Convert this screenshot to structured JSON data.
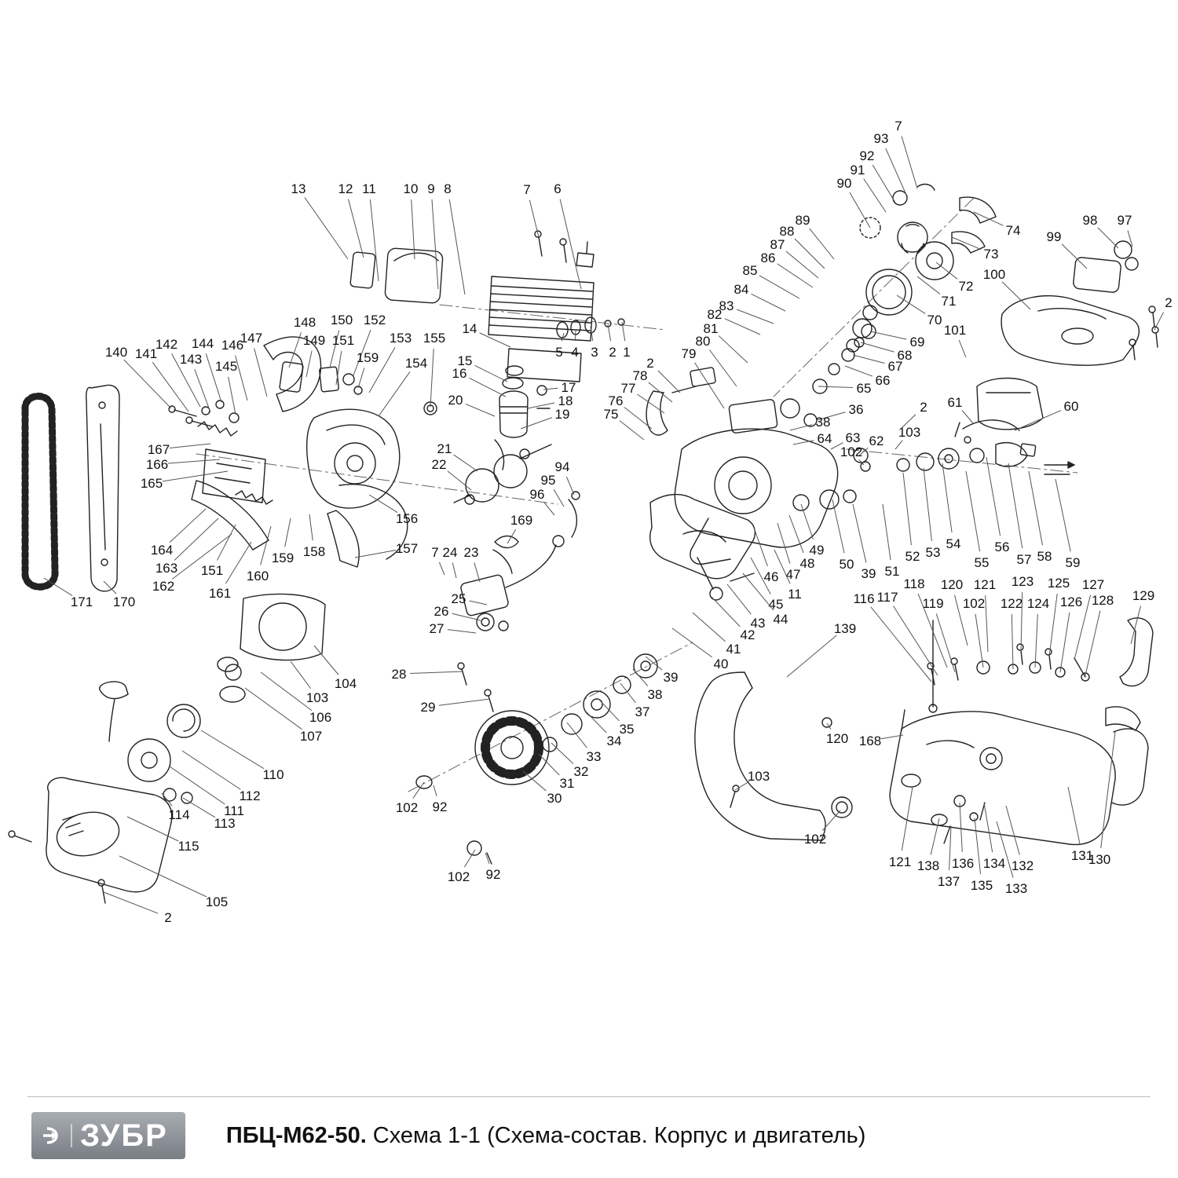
{
  "footer": {
    "logo_text": "ЗУБР",
    "model": "ПБЦ-М62-50.",
    "subtitle": "Схема 1-1 (Схема-состав. Корпус и двигатель)"
  },
  "colors": {
    "line": "#222222",
    "leader": "#555555",
    "logo_bg": "#8d9399"
  },
  "diagram": {
    "callouts": [
      [
        "13",
        380,
        240,
        443,
        330
      ],
      [
        "12",
        440,
        240,
        463,
        328
      ],
      [
        "11",
        470,
        240,
        482,
        358
      ],
      [
        "10",
        523,
        240,
        528,
        330
      ],
      [
        "9",
        549,
        240,
        558,
        368
      ],
      [
        "8",
        570,
        240,
        592,
        375
      ],
      [
        "7",
        671,
        241,
        686,
        302
      ],
      [
        "6",
        710,
        240,
        740,
        368
      ],
      [
        "7",
        1144,
        160,
        1168,
        240
      ],
      [
        "93",
        1122,
        176,
        1154,
        248
      ],
      [
        "92",
        1104,
        198,
        1140,
        258
      ],
      [
        "91",
        1092,
        216,
        1128,
        270
      ],
      [
        "90",
        1075,
        233,
        1108,
        290
      ],
      [
        "89",
        1022,
        280,
        1062,
        330
      ],
      [
        "88",
        1002,
        294,
        1050,
        342
      ],
      [
        "87",
        990,
        311,
        1042,
        354
      ],
      [
        "86",
        978,
        328,
        1035,
        366
      ],
      [
        "85",
        955,
        344,
        1018,
        380
      ],
      [
        "84",
        944,
        368,
        1000,
        396
      ],
      [
        "83",
        925,
        389,
        985,
        412
      ],
      [
        "82",
        910,
        400,
        968,
        426
      ],
      [
        "81",
        905,
        418,
        952,
        462
      ],
      [
        "80",
        895,
        434,
        938,
        492
      ],
      [
        "79",
        877,
        450,
        922,
        520
      ],
      [
        "98",
        1388,
        280,
        1424,
        316
      ],
      [
        "97",
        1432,
        280,
        1442,
        314
      ],
      [
        "74",
        1290,
        293,
        1240,
        270
      ],
      [
        "99",
        1342,
        301,
        1384,
        342
      ],
      [
        "73",
        1262,
        323,
        1212,
        302
      ],
      [
        "100",
        1266,
        349,
        1312,
        394
      ],
      [
        "72",
        1230,
        364,
        1192,
        334
      ],
      [
        "71",
        1208,
        383,
        1168,
        352
      ],
      [
        "70",
        1190,
        407,
        1142,
        376
      ],
      [
        "101",
        1216,
        420,
        1230,
        455
      ],
      [
        "69",
        1168,
        435,
        1108,
        422
      ],
      [
        "68",
        1152,
        452,
        1096,
        436
      ],
      [
        "67",
        1140,
        466,
        1086,
        452
      ],
      [
        "66",
        1124,
        484,
        1076,
        466
      ],
      [
        "65",
        1100,
        494,
        1042,
        492
      ],
      [
        "2",
        1488,
        385,
        1470,
        420
      ],
      [
        "14",
        598,
        418,
        650,
        442
      ],
      [
        "5",
        712,
        448,
        718,
        424
      ],
      [
        "4",
        732,
        448,
        733,
        420
      ],
      [
        "3",
        757,
        448,
        752,
        416
      ],
      [
        "2",
        780,
        448,
        774,
        413
      ],
      [
        "1",
        798,
        448,
        792,
        410
      ],
      [
        "15",
        592,
        459,
        646,
        486
      ],
      [
        "16",
        585,
        475,
        644,
        505
      ],
      [
        "17",
        724,
        493,
        692,
        496
      ],
      [
        "18",
        720,
        510,
        672,
        520
      ],
      [
        "19",
        716,
        527,
        663,
        546
      ],
      [
        "20",
        580,
        509,
        630,
        530
      ],
      [
        "21",
        566,
        571,
        608,
        600
      ],
      [
        "22",
        559,
        591,
        600,
        624
      ],
      [
        "2",
        828,
        462,
        866,
        500
      ],
      [
        "78",
        815,
        478,
        856,
        512
      ],
      [
        "77",
        800,
        494,
        846,
        526
      ],
      [
        "76",
        784,
        510,
        830,
        546
      ],
      [
        "75",
        778,
        527,
        820,
        560
      ],
      [
        "36",
        1090,
        521,
        1040,
        535
      ],
      [
        "38",
        1048,
        537,
        1006,
        548
      ],
      [
        "64",
        1050,
        558,
        1010,
        566
      ],
      [
        "63",
        1086,
        557,
        1058,
        572
      ],
      [
        "62",
        1116,
        561,
        1094,
        580
      ],
      [
        "102",
        1084,
        575,
        1100,
        592
      ],
      [
        "103",
        1158,
        550,
        1140,
        572
      ],
      [
        "2",
        1176,
        518,
        1148,
        545
      ],
      [
        "61",
        1216,
        512,
        1240,
        540
      ],
      [
        "60",
        1364,
        517,
        1292,
        548
      ],
      [
        "140",
        148,
        448,
        218,
        520
      ],
      [
        "141",
        186,
        450,
        240,
        524
      ],
      [
        "142",
        212,
        438,
        255,
        518
      ],
      [
        "143",
        243,
        457,
        268,
        525
      ],
      [
        "144",
        258,
        437,
        282,
        512
      ],
      [
        "145",
        288,
        466,
        300,
        528
      ],
      [
        "146",
        296,
        439,
        315,
        510
      ],
      [
        "147",
        320,
        430,
        340,
        505
      ],
      [
        "148",
        388,
        410,
        368,
        468
      ],
      [
        "149",
        400,
        433,
        390,
        480
      ],
      [
        "150",
        435,
        407,
        420,
        468
      ],
      [
        "151",
        437,
        433,
        428,
        490
      ],
      [
        "152",
        477,
        407,
        450,
        478
      ],
      [
        "153",
        510,
        430,
        470,
        500
      ],
      [
        "155",
        553,
        430,
        548,
        518
      ],
      [
        "154",
        530,
        462,
        482,
        530
      ],
      [
        "159",
        468,
        455,
        456,
        494
      ],
      [
        "167",
        202,
        572,
        268,
        565
      ],
      [
        "166",
        200,
        591,
        280,
        585
      ],
      [
        "165",
        193,
        615,
        290,
        600
      ],
      [
        "164",
        206,
        700,
        262,
        648
      ],
      [
        "163",
        212,
        723,
        278,
        660
      ],
      [
        "151",
        270,
        726,
        300,
        668
      ],
      [
        "162",
        208,
        746,
        295,
        680
      ],
      [
        "161",
        280,
        755,
        320,
        690
      ],
      [
        "160",
        328,
        733,
        345,
        670
      ],
      [
        "159",
        360,
        710,
        370,
        660
      ],
      [
        "158",
        400,
        702,
        394,
        655
      ],
      [
        "156",
        518,
        660,
        470,
        630
      ],
      [
        "157",
        518,
        698,
        452,
        710
      ],
      [
        "171",
        104,
        766,
        56,
        736
      ],
      [
        "170",
        158,
        766,
        132,
        740
      ],
      [
        "94",
        716,
        594,
        731,
        630
      ],
      [
        "95",
        698,
        611,
        718,
        645
      ],
      [
        "96",
        684,
        629,
        706,
        656
      ],
      [
        "169",
        664,
        662,
        646,
        692
      ],
      [
        "7",
        554,
        703,
        566,
        732
      ],
      [
        "24",
        573,
        703,
        581,
        736
      ],
      [
        "23",
        600,
        703,
        611,
        741
      ],
      [
        "25",
        584,
        762,
        620,
        770
      ],
      [
        "26",
        562,
        778,
        612,
        790
      ],
      [
        "27",
        556,
        800,
        606,
        806
      ],
      [
        "28",
        508,
        858,
        590,
        855
      ],
      [
        "29",
        545,
        900,
        624,
        890
      ],
      [
        "49",
        1040,
        700,
        1020,
        642
      ],
      [
        "50",
        1078,
        718,
        1060,
        636
      ],
      [
        "48",
        1028,
        717,
        1005,
        656
      ],
      [
        "47",
        1010,
        731,
        990,
        666
      ],
      [
        "39",
        1106,
        730,
        1086,
        642
      ],
      [
        "51",
        1136,
        727,
        1124,
        642
      ],
      [
        "52",
        1162,
        708,
        1150,
        602
      ],
      [
        "53",
        1188,
        703,
        1176,
        596
      ],
      [
        "54",
        1214,
        692,
        1200,
        590
      ],
      [
        "55",
        1250,
        716,
        1230,
        600
      ],
      [
        "56",
        1276,
        696,
        1256,
        582
      ],
      [
        "57",
        1304,
        712,
        1284,
        590
      ],
      [
        "58",
        1330,
        708,
        1310,
        600
      ],
      [
        "59",
        1366,
        716,
        1344,
        610
      ],
      [
        "46",
        982,
        734,
        960,
        672
      ],
      [
        "11",
        1012,
        756,
        986,
        700
      ],
      [
        "45",
        988,
        769,
        956,
        710
      ],
      [
        "44",
        994,
        788,
        946,
        730
      ],
      [
        "43",
        965,
        793,
        926,
        744
      ],
      [
        "42",
        952,
        808,
        906,
        760
      ],
      [
        "41",
        934,
        826,
        882,
        780
      ],
      [
        "40",
        918,
        845,
        856,
        800
      ],
      [
        "116",
        1100,
        762,
        1186,
        868
      ],
      [
        "117",
        1130,
        760,
        1194,
        860
      ],
      [
        "118",
        1164,
        743,
        1206,
        850
      ],
      [
        "119",
        1188,
        768,
        1216,
        856
      ],
      [
        "120",
        1212,
        744,
        1232,
        822
      ],
      [
        "121",
        1254,
        744,
        1258,
        830
      ],
      [
        "102",
        1240,
        768,
        1252,
        850
      ],
      [
        "122",
        1288,
        768,
        1290,
        852
      ],
      [
        "123",
        1302,
        740,
        1300,
        830
      ],
      [
        "124",
        1322,
        768,
        1318,
        850
      ],
      [
        "125",
        1348,
        742,
        1336,
        836
      ],
      [
        "126",
        1364,
        766,
        1350,
        856
      ],
      [
        "127",
        1392,
        744,
        1368,
        840
      ],
      [
        "128",
        1404,
        764,
        1382,
        860
      ],
      [
        "129",
        1456,
        758,
        1440,
        820
      ],
      [
        "139",
        1076,
        800,
        1002,
        862
      ],
      [
        "39",
        854,
        862,
        822,
        836
      ],
      [
        "38",
        834,
        884,
        806,
        852
      ],
      [
        "37",
        818,
        906,
        790,
        870
      ],
      [
        "35",
        798,
        928,
        762,
        890
      ],
      [
        "34",
        782,
        943,
        746,
        906
      ],
      [
        "33",
        756,
        963,
        722,
        920
      ],
      [
        "32",
        740,
        982,
        702,
        946
      ],
      [
        "31",
        722,
        997,
        686,
        960
      ],
      [
        "30",
        706,
        1016,
        666,
        982
      ],
      [
        "102",
        518,
        1028,
        540,
        996
      ],
      [
        "92",
        560,
        1027,
        552,
        1000
      ],
      [
        "102",
        584,
        1116,
        605,
        1082
      ],
      [
        "92",
        628,
        1113,
        618,
        1086
      ],
      [
        "104",
        440,
        870,
        400,
        822
      ],
      [
        "103",
        404,
        888,
        370,
        842
      ],
      [
        "106",
        408,
        913,
        332,
        856
      ],
      [
        "107",
        396,
        937,
        312,
        876
      ],
      [
        "110",
        348,
        986,
        256,
        930
      ],
      [
        "112",
        318,
        1013,
        232,
        956
      ],
      [
        "111",
        298,
        1032,
        216,
        976
      ],
      [
        "114",
        228,
        1037,
        206,
        1010
      ],
      [
        "113",
        286,
        1048,
        233,
        1016
      ],
      [
        "115",
        240,
        1077,
        162,
        1040
      ],
      [
        "105",
        276,
        1148,
        152,
        1090
      ],
      [
        "2",
        214,
        1168,
        132,
        1136
      ],
      [
        "120",
        1066,
        940,
        1053,
        921
      ],
      [
        "168",
        1108,
        943,
        1150,
        936
      ],
      [
        "103",
        966,
        988,
        936,
        1006
      ],
      [
        "102",
        1038,
        1068,
        1070,
        1032
      ],
      [
        "121",
        1146,
        1097,
        1162,
        1002
      ],
      [
        "138",
        1182,
        1102,
        1196,
        1042
      ],
      [
        "136",
        1226,
        1099,
        1222,
        1022
      ],
      [
        "137",
        1208,
        1122,
        1211,
        1052
      ],
      [
        "135",
        1250,
        1127,
        1241,
        1042
      ],
      [
        "134",
        1266,
        1099,
        1253,
        1022
      ],
      [
        "133",
        1294,
        1131,
        1269,
        1046
      ],
      [
        "132",
        1302,
        1102,
        1281,
        1026
      ],
      [
        "131",
        1378,
        1089,
        1360,
        1002
      ],
      [
        "130",
        1400,
        1094,
        1420,
        932
      ]
    ]
  }
}
